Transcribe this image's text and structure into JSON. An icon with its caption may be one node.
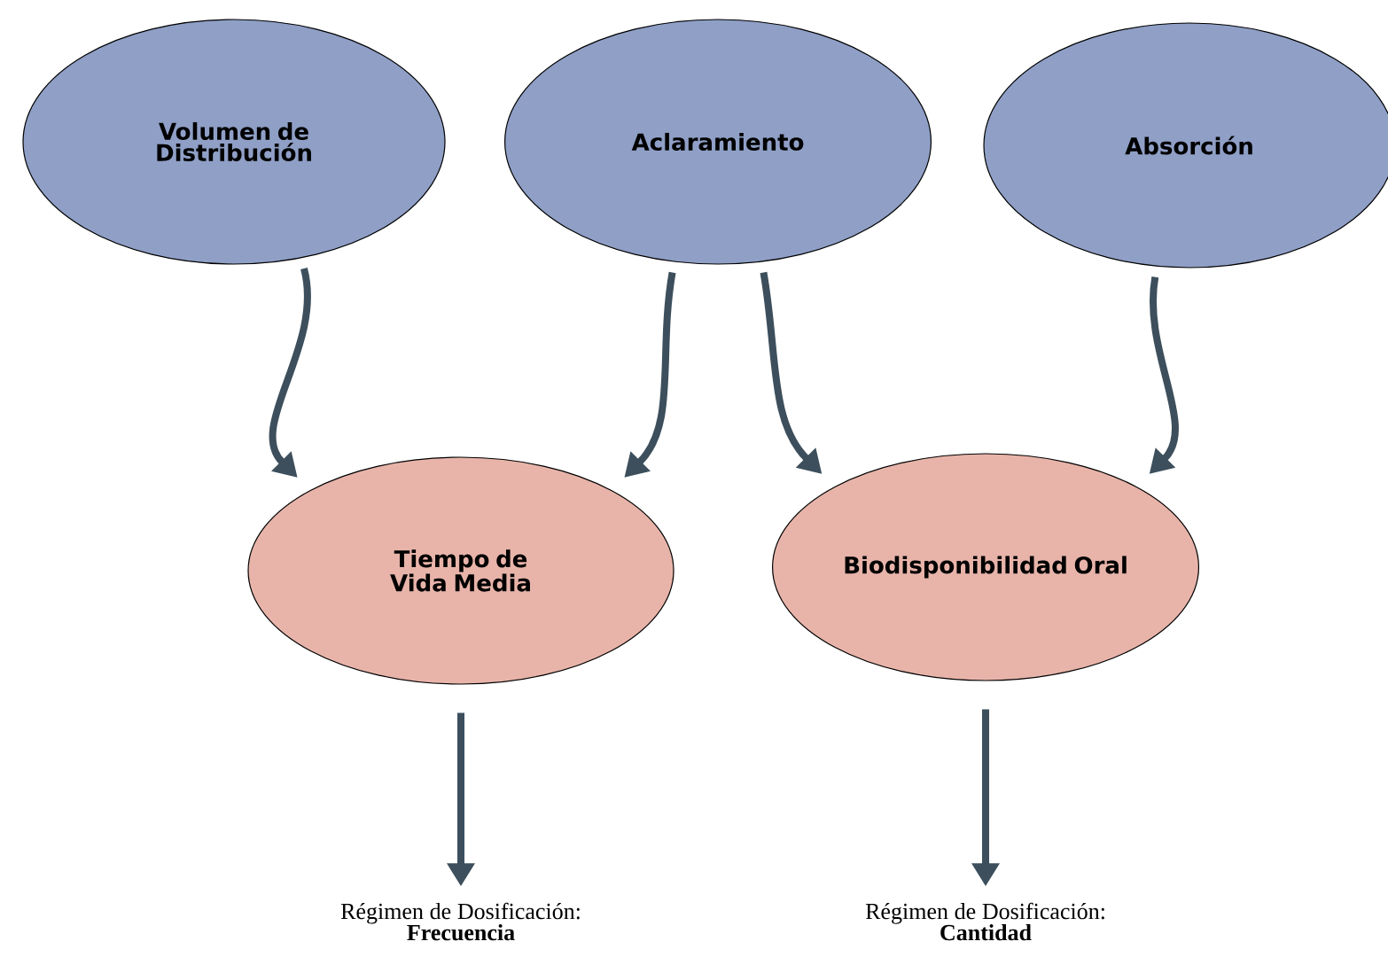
{
  "diagram": {
    "nodes": [
      {
        "text": [
          "Volumen de Distribución"
        ]
      },
      {
        "text": [
          "Aclaramiento"
        ]
      },
      {
        "text": [
          "Absorción"
        ]
      },
      {
        "text": [
          "Tiempo de Vida Media"
        ]
      },
      {
        "text": [
          "Biodisponibilidad Oral"
        ]
      },
      {
        "text": [
          "Régimen de Dosificación:",
          "Frecuencia"
        ]
      },
      {
        "text": [
          "Régimen de Dosificación:",
          "Cantidad"
        ]
      }
    ],
    "edges": [
      {
        "from": 0,
        "to": 3,
        "arrow": "to"
      },
      {
        "from": 1,
        "to": 3,
        "arrow": "to"
      },
      {
        "from": 1,
        "to": 4,
        "arrow": "to"
      },
      {
        "from": 2,
        "to": 4,
        "arrow": "to"
      },
      {
        "from": 3,
        "to": 5,
        "arrow": "to"
      },
      {
        "from": 4,
        "to": 6,
        "arrow": "to"
      }
    ]
  }
}
